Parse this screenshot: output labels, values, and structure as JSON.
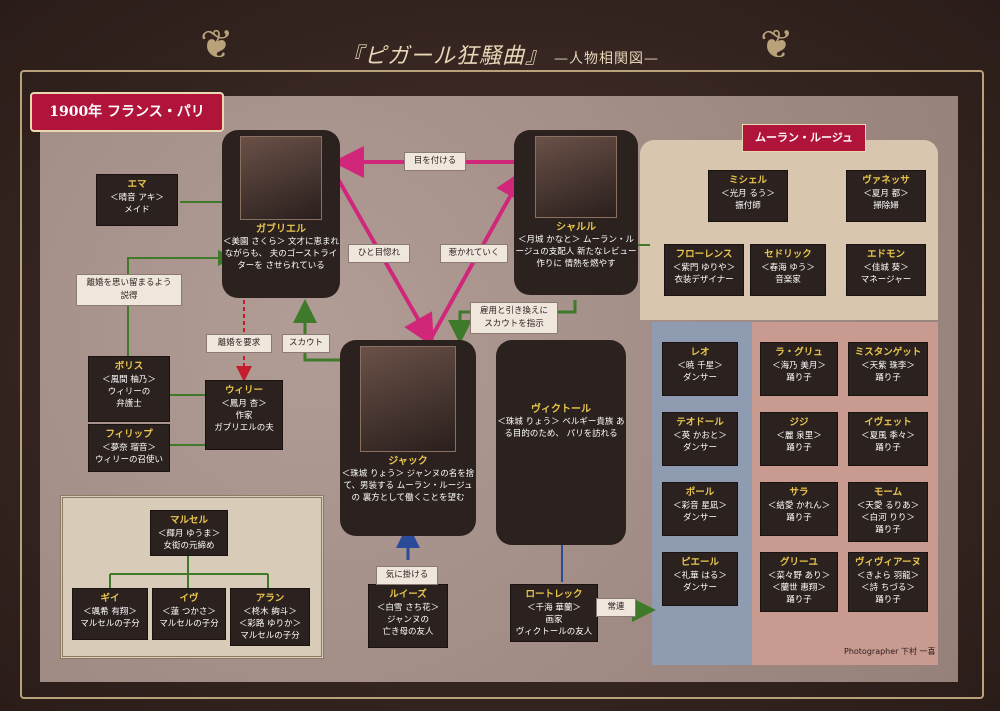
{
  "title": {
    "main": "『ピガール狂騒曲』",
    "sub": "—人物相関図—"
  },
  "banner": "1900年 フランス・パリ",
  "moulin_rouge": "ムーラン・ルージュ",
  "credit": "Photographer 下村 一喜",
  "colors": {
    "arrow_pink": "#d1277a",
    "arrow_green": "#3e7a2a",
    "arrow_red": "#c41e2e",
    "arrow_blue": "#2a4a9a",
    "banner": "#b0143a"
  },
  "center": {
    "gabriel": {
      "name": "ガブリエル",
      "actor": "＜美園 さくら＞",
      "desc": [
        "文才に恵まれながらも、",
        "夫のゴーストライターを",
        "させられている"
      ]
    },
    "charles": {
      "name": "シャルル",
      "actor": "＜月城 かなと＞",
      "desc": [
        "ムーラン・ルージュの支配人",
        "新たなレビュー作りに",
        "情熱を燃やす"
      ]
    },
    "jacques": {
      "name": "ジャック",
      "actor": "＜珠城 りょう＞",
      "desc": [
        "ジャンヌの名を捨て、男装する",
        "ムーラン・ルージュの",
        "裏方として働くことを望む"
      ]
    },
    "victor": {
      "name": "ヴィクトール",
      "actor": "＜珠城 りょう＞",
      "desc": [
        "ベルギー貴族",
        "ある目的のため、",
        "パリを訪れる"
      ]
    }
  },
  "people": {
    "emma": {
      "name": "エマ",
      "actor": "＜晴音 アキ＞",
      "role": "メイド"
    },
    "boris": {
      "name": "ボリス",
      "actor": "＜風間 柚乃＞",
      "role": [
        "ウィリーの",
        "弁護士"
      ]
    },
    "philippe": {
      "name": "フィリップ",
      "actor": "＜夢奈 瑠音＞",
      "role": "ウィリーの召使い"
    },
    "willy": {
      "name": "ウィリー",
      "actor": "＜鳳月 杏＞",
      "role": [
        "作家",
        "ガブリエルの夫"
      ]
    },
    "louise": {
      "name": "ルイーズ",
      "actor": "＜白雪 さち花＞",
      "role": [
        "ジャンヌの",
        "亡き母の友人"
      ]
    },
    "lautrec": {
      "name": "ロートレック",
      "actor": "＜千海 華蘭＞",
      "role": [
        "画家",
        "ヴィクトールの友人"
      ]
    },
    "marcel": {
      "name": "マルセル",
      "actor": "＜輝月 ゆうま＞",
      "role": "女衒の元締め"
    },
    "guy": {
      "name": "ギイ",
      "actor": "＜颯希 有翔＞",
      "role": "マルセルの子分"
    },
    "yves": {
      "name": "イヴ",
      "actor": "＜蓮 つかさ＞",
      "role": "マルセルの子分"
    },
    "alain": {
      "name": "アラン",
      "actor": [
        "＜柊木 絢斗＞",
        "＜彩路 ゆりか＞"
      ],
      "role": "マルセルの子分"
    }
  },
  "staff": [
    {
      "name": "ミシェル",
      "actor": "＜光月 るう＞",
      "role": "振付師"
    },
    {
      "name": "ヴァネッサ",
      "actor": "＜夏月 都＞",
      "role": "掃除婦"
    },
    {
      "name": "フローレンス",
      "actor": "＜紫門 ゆりや＞",
      "role": "衣装デザイナー"
    },
    {
      "name": "セドリック",
      "actor": "＜春海 ゆう＞",
      "role": "音楽家"
    },
    {
      "name": "エドモン",
      "actor": "＜佳城 葵＞",
      "role": "マネージャー"
    }
  ],
  "dancers_male": [
    {
      "name": "レオ",
      "actor": "＜暁 千星＞",
      "role": "ダンサー"
    },
    {
      "name": "テオドール",
      "actor": "＜英 かおと＞",
      "role": "ダンサー"
    },
    {
      "name": "ポール",
      "actor": "＜彩音 星凪＞",
      "role": "ダンサー"
    },
    {
      "name": "ピエール",
      "actor": "＜礼華 はる＞",
      "role": "ダンサー"
    }
  ],
  "dancers_female": [
    {
      "name": "ラ・グリュ",
      "actor": "＜海乃 美月＞",
      "role": "踊り子"
    },
    {
      "name": "ミスタンゲット",
      "actor": "＜天紫 珠李＞",
      "role": "踊り子"
    },
    {
      "name": "ジジ",
      "actor": "＜麗 泉里＞",
      "role": "踊り子"
    },
    {
      "name": "イヴェット",
      "actor": "＜夏風 季々＞",
      "role": "踊り子"
    },
    {
      "name": "サラ",
      "actor": "＜結愛 かれん＞",
      "role": "踊り子"
    },
    {
      "name": "モーム",
      "actor": [
        "＜天愛 るりあ＞",
        "＜白河 りり＞"
      ],
      "role": "踊り子"
    },
    {
      "name": "グリーユ",
      "actor": [
        "＜菜々野 あり＞",
        "＜蘭世 惠翔＞"
      ],
      "role": "踊り子"
    },
    {
      "name": "ヴィヴィアーヌ",
      "actor": [
        "＜きよら 羽龍＞",
        "＜詩 ちづる＞"
      ],
      "role": "踊り子"
    }
  ],
  "labels": {
    "eye": "目を付ける",
    "love1": "ひと目惚れ",
    "love2": "惹かれていく",
    "dissuade": [
      "離婚を思い留まるよう",
      "説得"
    ],
    "divorce": "離婚を要求",
    "scout": "スカウト",
    "hire": [
      "雇用と引き換えに",
      "スカウトを指示"
    ],
    "care": "気に掛ける",
    "regular": "常連"
  }
}
